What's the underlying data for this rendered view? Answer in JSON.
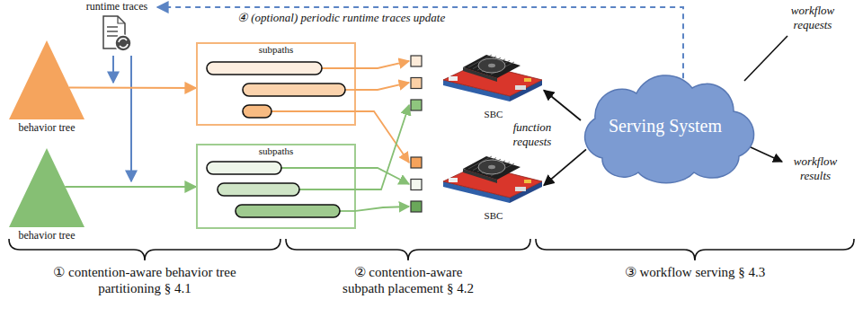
{
  "diagram": {
    "nodes": [
      {
        "text": [
          "runtime traces"
        ]
      },
      {
        "text": [
          "behavior tree"
        ]
      },
      {
        "text": [
          "behavior tree"
        ]
      },
      {
        "text": [
          "subpaths"
        ]
      },
      {
        "text": [
          "subpaths"
        ]
      },
      {
        "text": [
          "SBC"
        ]
      },
      {
        "text": [
          "SBC"
        ]
      },
      {
        "text": [
          "Serving System"
        ]
      }
    ],
    "edges": [
      {
        "from": 1,
        "to": 3,
        "arrow": "to"
      },
      {
        "from": 2,
        "to": 4,
        "arrow": "to"
      },
      {
        "from": 3,
        "to": 5,
        "arrow": "to"
      },
      {
        "from": 3,
        "to": 5,
        "arrow": "to"
      },
      {
        "from": 3,
        "to": 6,
        "arrow": "to"
      },
      {
        "from": 4,
        "to": 5,
        "arrow": "to"
      },
      {
        "from": 4,
        "to": 6,
        "arrow": "to"
      },
      {
        "from": 4,
        "to": 6,
        "arrow": "to"
      },
      {
        "from": 7,
        "to": 5,
        "arrow": "to"
      },
      {
        "from": 7,
        "to": 6,
        "arrow": "to"
      },
      {
        "from": 7,
        "to": 0,
        "label": "④ (optional) periodic runtime traces update",
        "arrow": "to"
      }
    ],
    "labels": [
      "function requests",
      "workflow requests",
      "workflow results",
      "① contention-aware behavior tree partitioning § 4.1",
      "② contention-aware subpath placement § 4.2",
      "③ workflow serving § 4.3"
    ]
  }
}
